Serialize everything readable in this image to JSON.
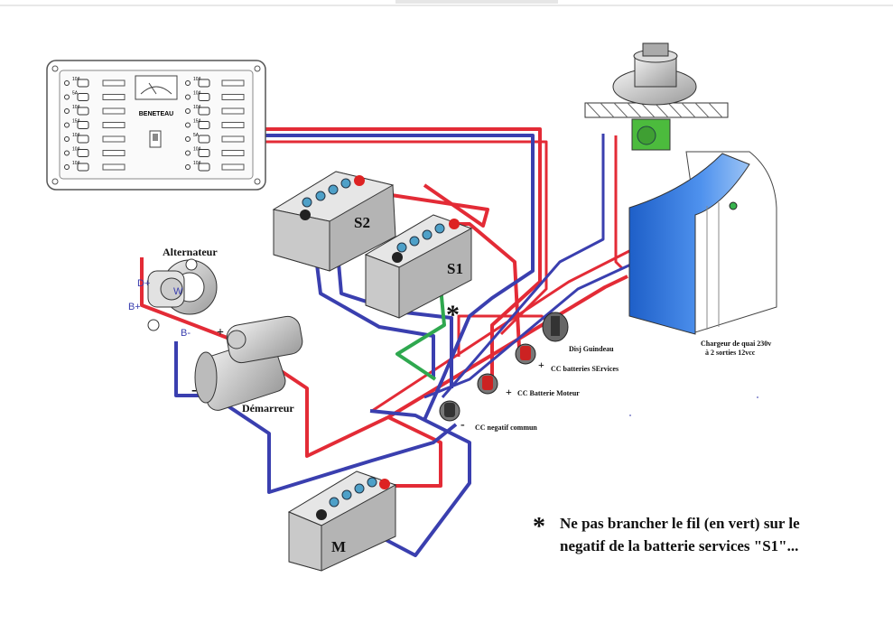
{
  "panel": {
    "brand": "BENETEAU",
    "fuse_labels_left": [
      "10A",
      "5A",
      "10A",
      "15A",
      "10A",
      "10A",
      "10A"
    ],
    "fuse_labels_right": [
      "10A",
      "10A",
      "10A",
      "15A",
      "5A",
      "10A",
      "10A"
    ]
  },
  "labels": {
    "alternateur": "Alternateur",
    "d_plus": "D+",
    "b_plus": "B+",
    "w": "W",
    "b_minus": "B-",
    "plus_sign": "+",
    "minus_sign": "-",
    "demarreur": "Démarreur",
    "battery_s2": "S2",
    "battery_s1": "S1",
    "battery_m": "M",
    "disj_guindeau": "Disj Guindeau",
    "cc_services": "CC batteries SErvices",
    "cc_moteur": "CC Batterie Moteur",
    "cc_negatif": "CC negatif commun",
    "chargeur_line1": "Chargeur de quai 230v",
    "chargeur_line2": "à 2 sorties 12vcc",
    "asterisk": "*"
  },
  "note": {
    "line1": "Ne pas brancher le fil (en vert) sur le",
    "line2": "negatif de la batterie services \"S1\"..."
  },
  "colors": {
    "positive_wire": "#e32b36",
    "negative_wire": "#3a3faf",
    "warning_wire": "#2fa84f",
    "charger_blue": "#2f6fd6",
    "windlass_motor": "#4cbb3d"
  }
}
